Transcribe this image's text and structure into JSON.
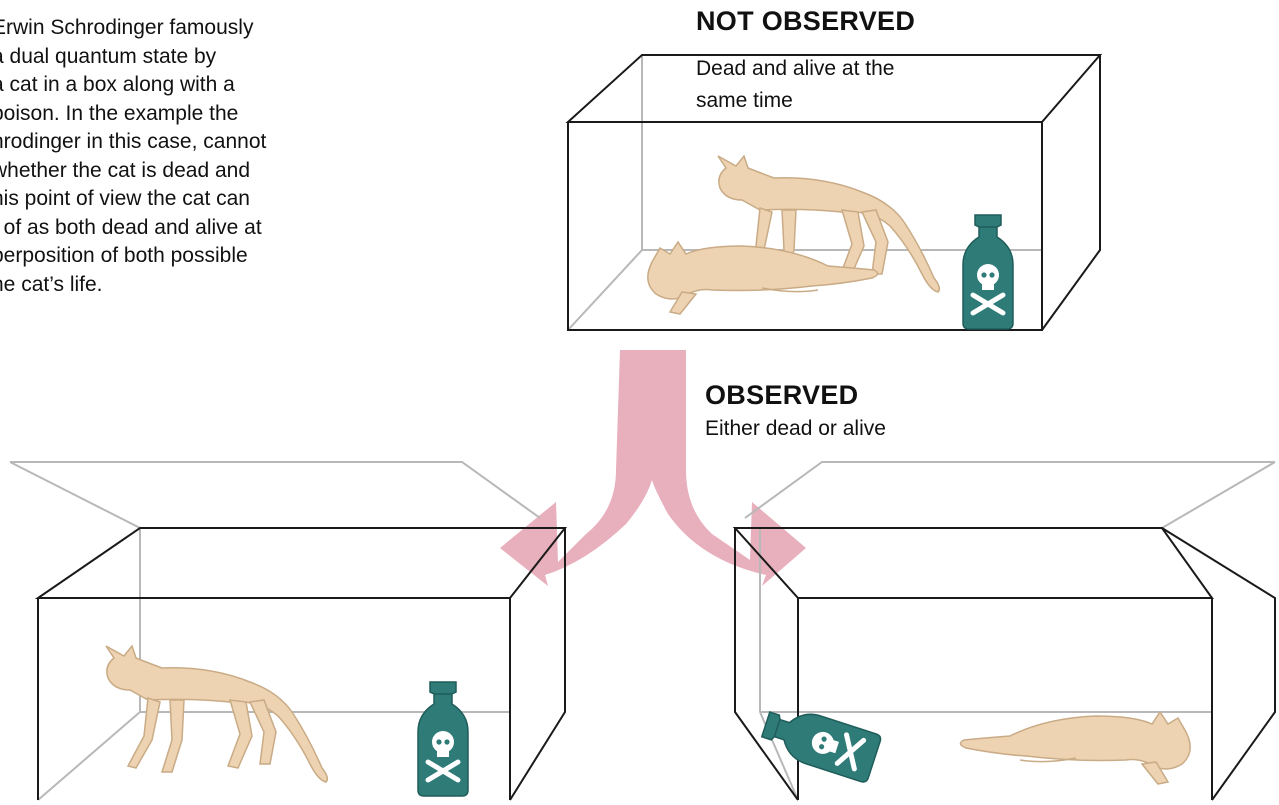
{
  "intro": {
    "lines": [
      "Erwin Schrodinger famously",
      " a dual quantum state by",
      " a cat in a box along with a",
      "poison. In the example the",
      "hrodinger in this case, cannot",
      " whether the cat is dead and",
      "his point of view the cat can",
      "t of as both dead and alive at",
      "perposition of both possible",
      "he cat’s life."
    ]
  },
  "not_observed": {
    "heading": "NOT OBSERVED",
    "caption_line1": "Dead and alive at the",
    "caption_line2": "same time"
  },
  "observed": {
    "heading": "OBSERVED",
    "caption": "Either dead or alive"
  },
  "colors": {
    "cat": "#edd3b1",
    "cat_outline": "#c9ab86",
    "bottle": "#2e7b78",
    "arrow": "#e8afbd",
    "box_front": "#1a1a1a",
    "box_back": "#b8b8b8"
  }
}
